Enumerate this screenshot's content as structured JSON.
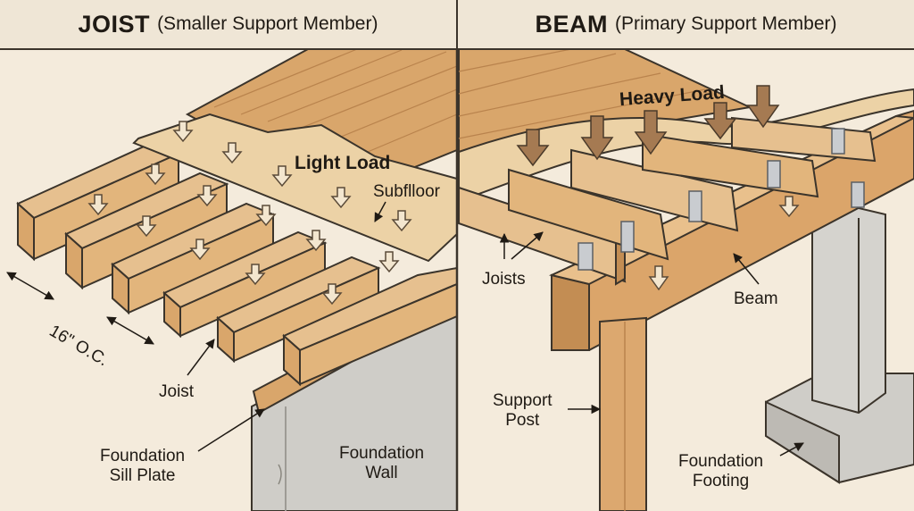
{
  "left_panel": {
    "title_main": "JOIST",
    "title_sub": "(Smaller Support Member)",
    "labels": {
      "light_load": "Light Load",
      "subfloor": "Subflloor",
      "spacing": "16\" O.C.",
      "joist": "Joist",
      "sill_plate_line1": "Foundation",
      "sill_plate_line2": "Sill Plate",
      "wall_line1": "Foundation",
      "wall_line2": "Wall"
    }
  },
  "right_panel": {
    "title_main": "BEAM",
    "title_sub": "(Primary Support Member)",
    "labels": {
      "heavy_load": "Heavy Load",
      "joists": "Joists",
      "beam": "Beam",
      "post_line1": "Support",
      "post_line2": "Post",
      "footing_line1": "Foundation",
      "footing_line2": "Footing"
    }
  },
  "colors": {
    "background": "#f4ebdc",
    "wood_light": "#e6c08f",
    "wood_mid": "#d9a66b",
    "wood_dark": "#b9834d",
    "concrete": "#cfcdc8",
    "outline": "#3b342b",
    "arrow_fill": "#e9ddc8",
    "arrow_heavy": "#a57a52"
  }
}
